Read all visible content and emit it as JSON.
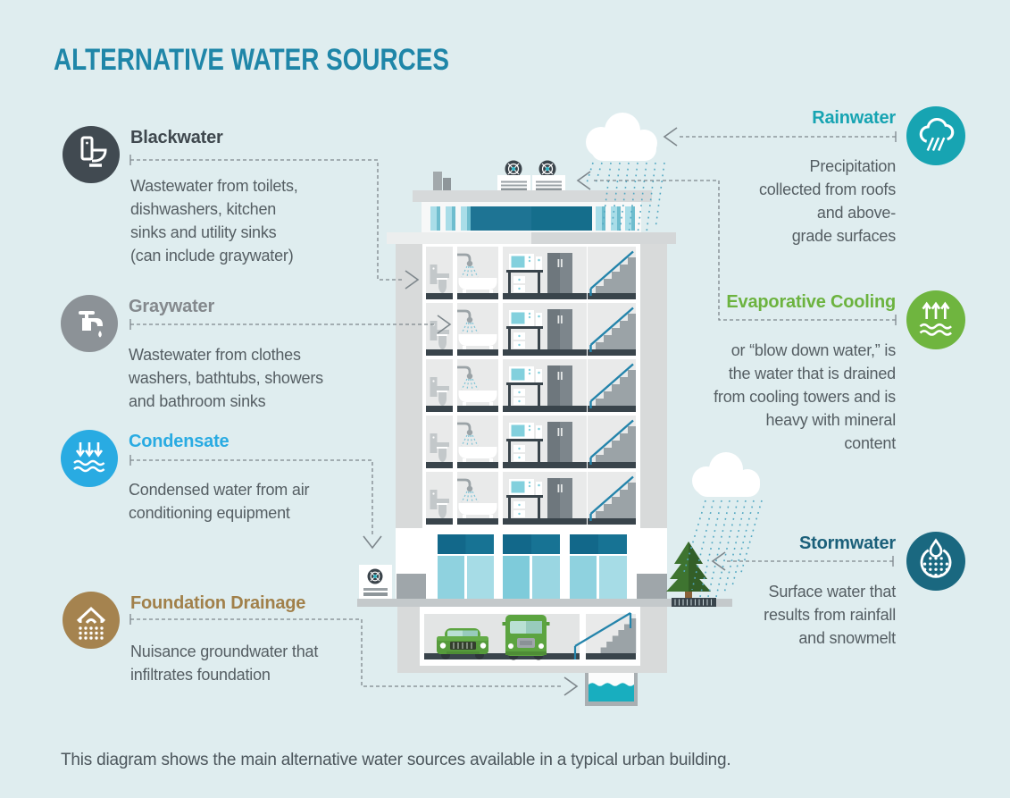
{
  "title": "ALTERNATIVE WATER SOURCES",
  "caption": "This diagram shows the main alternative water sources available in a typical urban building.",
  "colors": {
    "background": "#DFEDEF",
    "page_title": "#1F86A8",
    "body_text": "#555E63",
    "connector": "#7E878C"
  },
  "sources_left": [
    {
      "id": "blackwater",
      "label": "Blackwater",
      "description": "Wastewater from toilets,\ndishwashers, kitchen\nsinks and utility sinks\n(can include graywater)",
      "color": "#414A51",
      "title_color": "#3F484E",
      "icon": "toilet-icon"
    },
    {
      "id": "graywater",
      "label": "Graywater",
      "description": "Wastewater from clothes\nwashers, bathtubs, showers\nand bathroom sinks",
      "color": "#8C9297",
      "title_color": "#84898D",
      "icon": "faucet-icon"
    },
    {
      "id": "condensate",
      "label": "Condensate",
      "description": "Condensed water from air\nconditioning equipment",
      "color": "#29ABE2",
      "title_color": "#29ABE2",
      "icon": "condensate-drip-icon"
    },
    {
      "id": "foundation-drainage",
      "label": "Foundation Drainage",
      "description": "Nuisance groundwater that\ninfiltrates foundation",
      "color": "#A5834F",
      "title_color": "#A1804A",
      "icon": "house-foundation-icon"
    }
  ],
  "sources_right": [
    {
      "id": "rainwater",
      "label": "Rainwater",
      "description": "Precipitation\ncollected from roofs\nand above-\ngrade surfaces",
      "color": "#17A4B2",
      "title_color": "#17A4B2",
      "icon": "rain-cloud-icon"
    },
    {
      "id": "evaporative-cooling",
      "label": "Evaporative Cooling",
      "description": "or “blow down water,” is\nthe water that is drained\nfrom cooling towers and is\nheavy with mineral\ncontent",
      "color": "#6FB53F",
      "title_color": "#6CB33F",
      "icon": "evaporation-icon"
    },
    {
      "id": "stormwater",
      "label": "Stormwater",
      "description": "Surface water that\nresults from rainfall\nand snowmelt",
      "color": "#1A6880",
      "title_color": "#1B607A",
      "icon": "stormwater-drop-icon"
    }
  ]
}
